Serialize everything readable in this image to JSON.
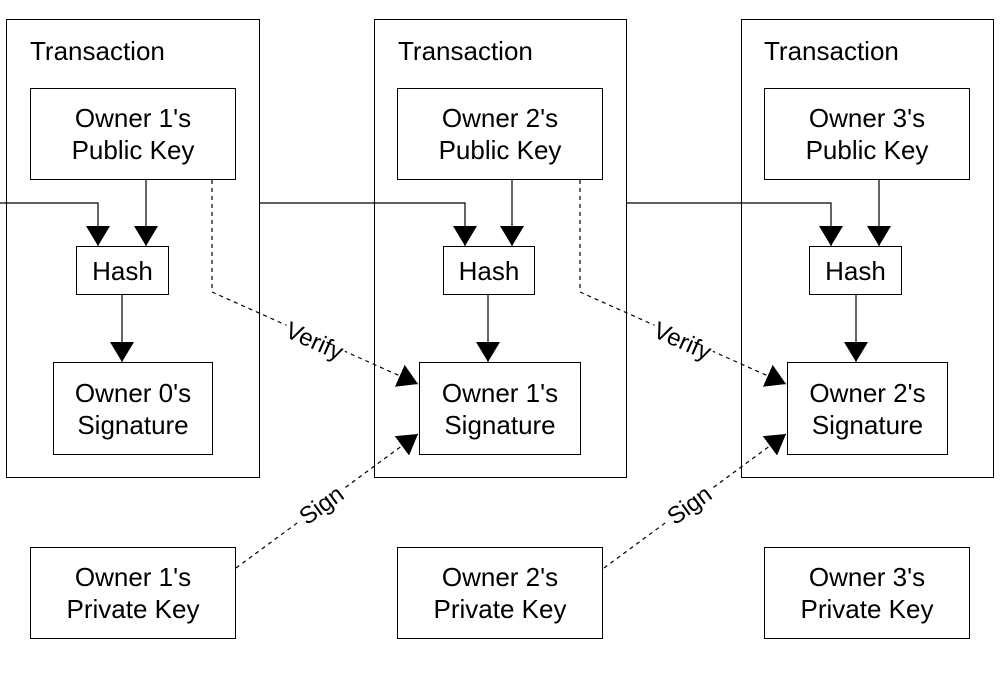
{
  "transactions": [
    {
      "title": "Transaction",
      "public_key": [
        "Owner 1's",
        "Public Key"
      ],
      "hash": "Hash",
      "signature": [
        "Owner 0's",
        "Signature"
      ]
    },
    {
      "title": "Transaction",
      "public_key": [
        "Owner 2's",
        "Public Key"
      ],
      "hash": "Hash",
      "signature": [
        "Owner 1's",
        "Signature"
      ]
    },
    {
      "title": "Transaction",
      "public_key": [
        "Owner 3's",
        "Public Key"
      ],
      "hash": "Hash",
      "signature": [
        "Owner 2's",
        "Signature"
      ]
    }
  ],
  "private_keys": [
    [
      "Owner 1's",
      "Private Key"
    ],
    [
      "Owner 2's",
      "Private Key"
    ],
    [
      "Owner 3's",
      "Private Key"
    ]
  ],
  "edge_labels": {
    "verify": [
      "Verify",
      "Verify"
    ],
    "sign": [
      "Sign",
      "Sign"
    ]
  }
}
